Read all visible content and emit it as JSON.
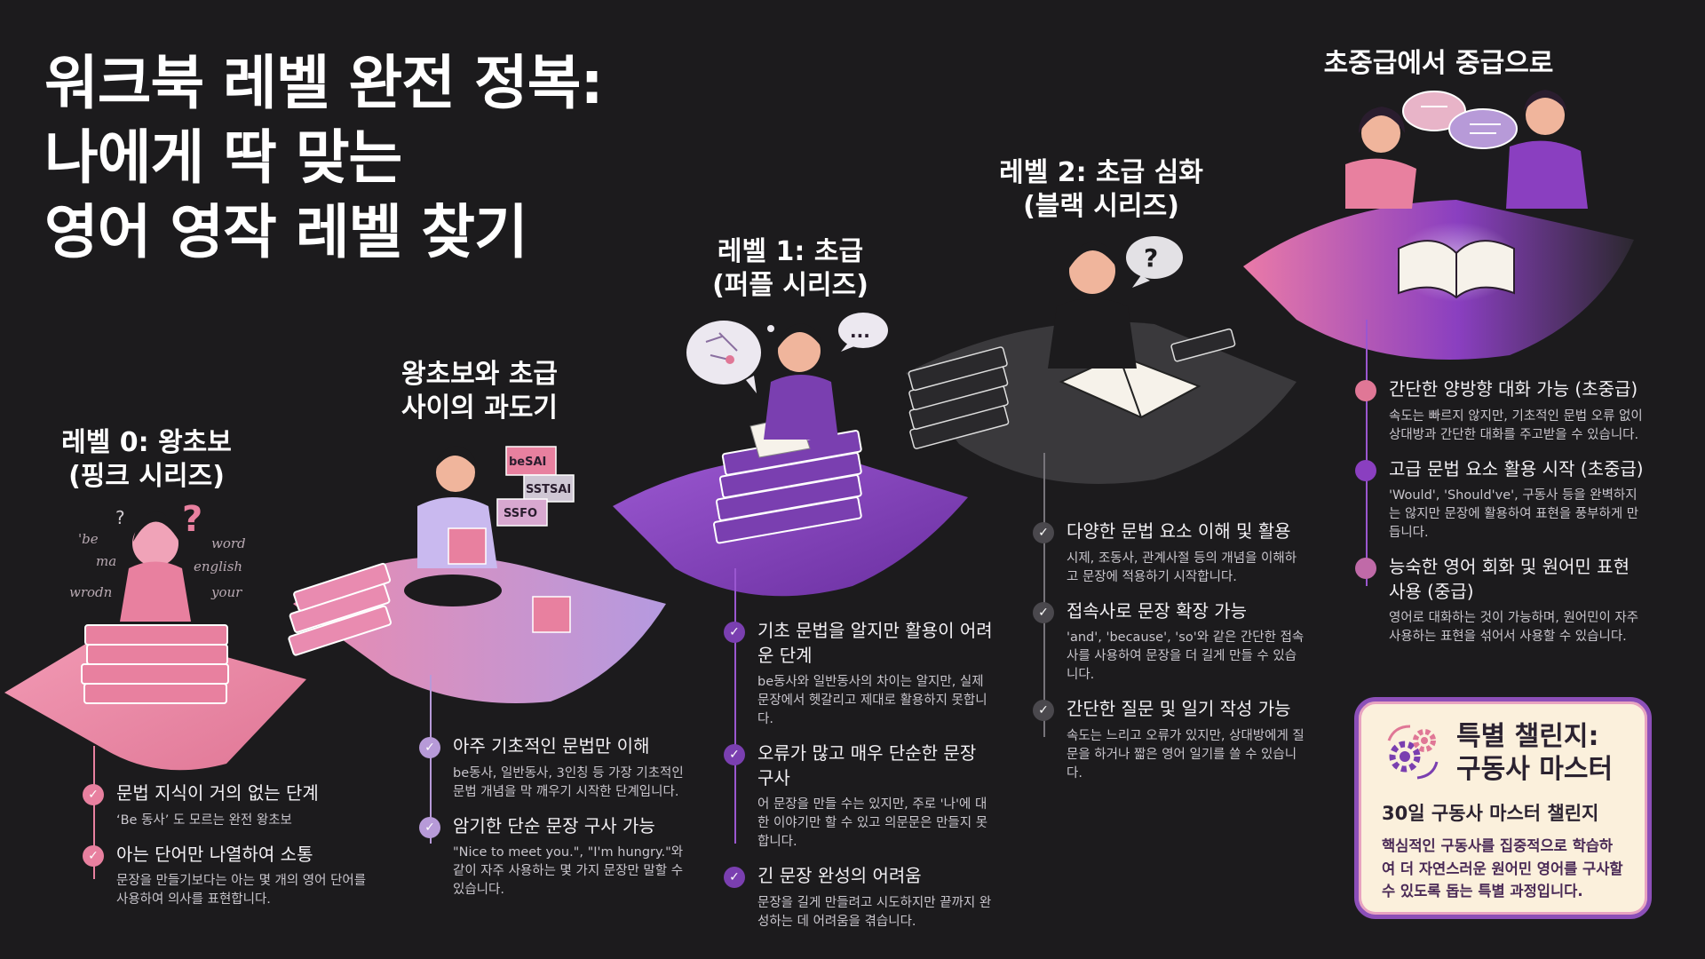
{
  "title": {
    "line1": "워크북 레벨 완전 정복:",
    "line2": "나에게 딱 맞는",
    "line3": "영어 영작 레벨 찾기"
  },
  "colors": {
    "background": "#1c1b1d",
    "pink": "#e8809f",
    "lavender": "#b79ad8",
    "purple": "#7a3fb0",
    "gray": "#3a393c",
    "cream": "#fbf0dc"
  },
  "levels": [
    {
      "title1": "레벨 0: 왕초보",
      "title2": "(핑크 시리즈)",
      "items": [
        {
          "title": "문법 지식이 거의 없는 단계",
          "desc": "‘Be 동사’ 도 모르는 완전 왕초보"
        },
        {
          "title": "아는 단어만 나열하여 소통",
          "desc": "문장을 만들기보다는 아는 몇 개의 영어 단어를 사용하여 의사를 표현합니다."
        }
      ]
    },
    {
      "title1": "왕초보와 초급",
      "title2": "사이의 과도기",
      "items": [
        {
          "title": "아주 기초적인 문법만 이해",
          "desc": "be동사, 일반동사, 3인칭 등 가장 기초적인 문법 개념을 막 깨우기 시작한 단계입니다."
        },
        {
          "title": "암기한 단순 문장 구사 가능",
          "desc": "\"Nice to meet you.\", \"I'm hungry.\"와 같이 자주 사용하는 몇 가지 문장만 말할 수 있습니다."
        }
      ]
    },
    {
      "title1": "레벨 1: 초급",
      "title2": "(퍼플 시리즈)",
      "items": [
        {
          "title": "기초 문법을 알지만 활용이 어려운 단계",
          "desc": "be동사와 일반동사의 차이는 알지만, 실제 문장에서 헷갈리고 제대로 활용하지 못합니다."
        },
        {
          "title": "오류가 많고 매우 단순한 문장 구사",
          "desc": "어 문장을 만들 수는 있지만, 주로 '나'에 대한 이야기만 할 수 있고 의문문은 만들지 못합니다."
        },
        {
          "title": "긴 문장 완성의 어려움",
          "desc": "문장을 길게 만들려고 시도하지만 끝까지 완성하는 데 어려움을 겪습니다."
        }
      ]
    },
    {
      "title1": "레벨 2: 초급 심화",
      "title2": "(블랙 시리즈)",
      "items": [
        {
          "title": "다양한 문법 요소 이해 및 활용",
          "desc": "시제, 조동사, 관계사절 등의 개념을 이해하고 문장에 적용하기 시작합니다."
        },
        {
          "title": "접속사로 문장 확장 가능",
          "desc": "'and', 'because', 'so'와 같은 간단한 접속사를 사용하여 문장을 더 길게 만들 수 있습니다."
        },
        {
          "title": "간단한 질문 및 일기 작성 가능",
          "desc": "속도는 느리고 오류가 있지만, 상대방에게 질문을 하거나 짧은 영어 일기를 쓸 수 있습니다."
        }
      ]
    },
    {
      "title1": "초중급에서 중급으로",
      "title2": "",
      "items": [
        {
          "title": "간단한 양방향 대화 가능 (초중급)",
          "desc": "속도는 빠르지 않지만, 기초적인 문법 오류 없이 상대방과 간단한 대화를 주고받을 수 있습니다."
        },
        {
          "title": "고급 문법 요소 활용 시작 (초중급)",
          "desc": "'Would', 'Should've', 구동사 등을 완벽하지는 않지만 문장에 활용하여 표현을 풍부하게 만듭니다."
        },
        {
          "title": "능숙한 영어 회화 및 원어민 표현 사용 (중급)",
          "desc": "영어로 대화하는 것이 가능하며, 원어민이 자주 사용하는 표현을 섞어서 사용할 수 있습니다."
        }
      ]
    }
  ],
  "illustration": {
    "question_mark": "?",
    "float_words": [
      "'be",
      "ma",
      "word",
      "english",
      "your",
      "wrodn"
    ],
    "block_labels": [
      "beSAI",
      "SSTSAI",
      "SSFO"
    ],
    "speech_dots": "..."
  },
  "challenge": {
    "title1": "특별 챌린지:",
    "title2": "구동사 마스터",
    "subtitle": "30일 구동사 마스터 챌린지",
    "desc": "핵심적인 구동사를 집중적으로 학습하여 더 자연스러운 원어민 영어를 구사할 수 있도록 돕는 특별 과정입니다."
  }
}
